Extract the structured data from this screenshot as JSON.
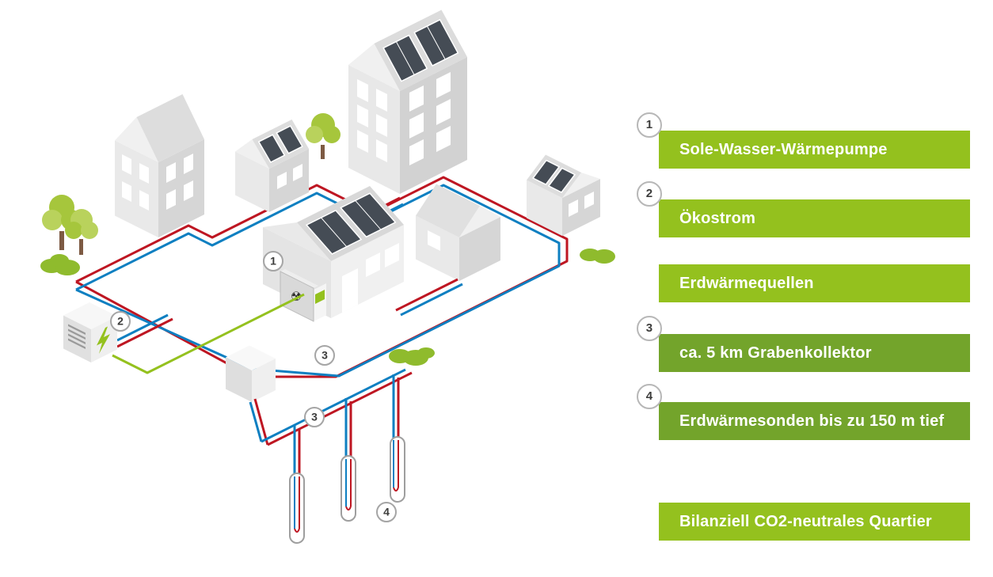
{
  "colors": {
    "green_light": "#94c11e",
    "green_dark": "#73a42b",
    "pipe_red": "#be1622",
    "pipe_blue": "#0e7fc1",
    "badge_border": "#b7b7b7",
    "badge_text": "#3c3c3b"
  },
  "legend": {
    "items": [
      {
        "number": "1",
        "label": "Sole-Wasser-Wärmepumpe",
        "tone": "light"
      },
      {
        "number": "2",
        "label": "Ökostrom",
        "tone": "light"
      },
      {
        "number": "",
        "label": "Erdwärmequellen",
        "tone": "light"
      },
      {
        "number": "3",
        "label": "ca. 5 km Grabenkollektor",
        "tone": "dark"
      },
      {
        "number": "4",
        "label": "Erdwärmesonden bis zu 150 m tief",
        "tone": "dark"
      },
      {
        "number": "",
        "label": "Bilanziell CO2-neutrales Quartier",
        "tone": "light"
      }
    ]
  },
  "scene": {
    "markers": [
      {
        "id": "marker-1",
        "label": "1"
      },
      {
        "id": "marker-2",
        "label": "2"
      },
      {
        "id": "marker-3-upper",
        "label": "3"
      },
      {
        "id": "marker-3-lower",
        "label": "3"
      },
      {
        "id": "marker-4",
        "label": "4"
      }
    ],
    "icons": {
      "radiation": "☢"
    }
  }
}
